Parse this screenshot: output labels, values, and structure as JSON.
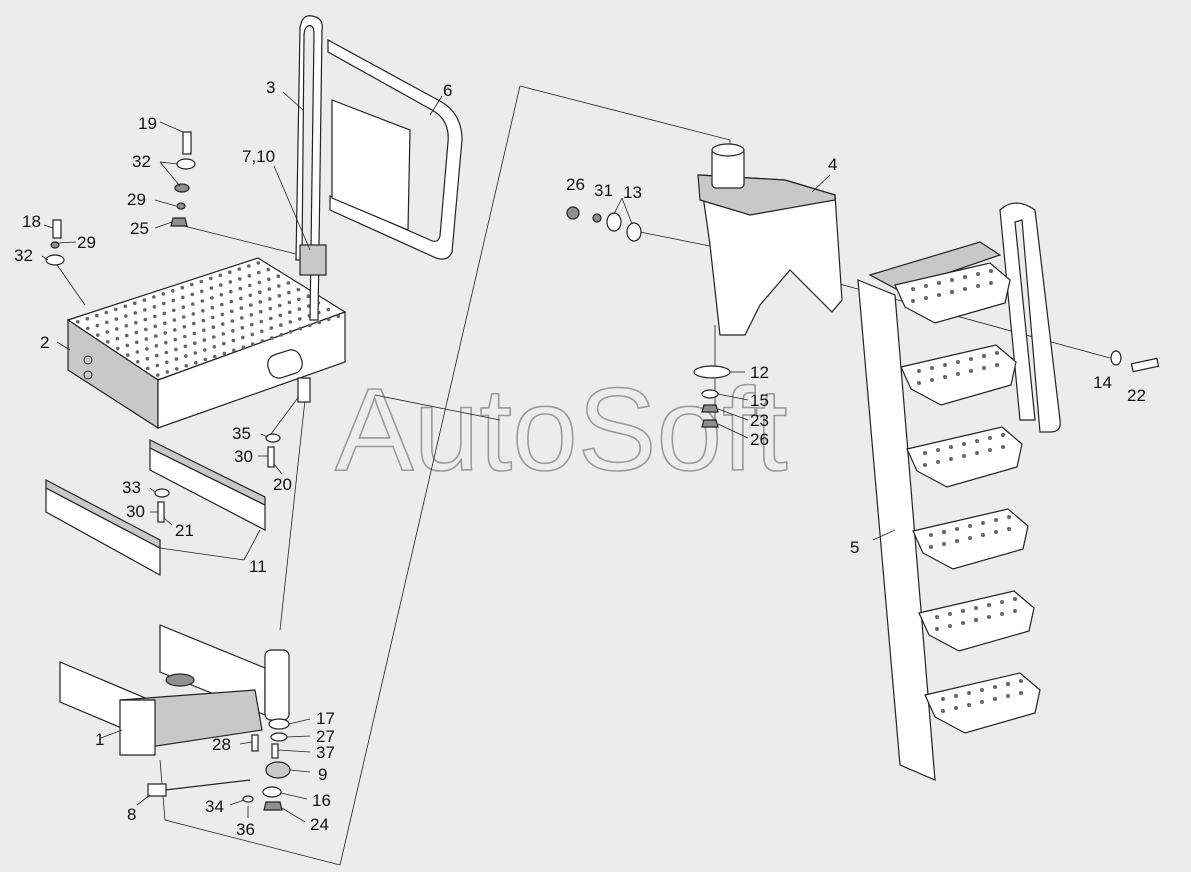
{
  "watermark": "AutoSoft",
  "callouts": [
    "1",
    "2",
    "3",
    "4",
    "5",
    "6",
    "7,10",
    "8",
    "9",
    "11",
    "12",
    "13",
    "14",
    "15",
    "16",
    "17",
    "18",
    "19",
    "20",
    "21",
    "22",
    "23",
    "24",
    "25",
    "26",
    "26",
    "27",
    "28",
    "29",
    "29",
    "30",
    "30",
    "31",
    "32",
    "32",
    "33",
    "34",
    "35",
    "36",
    "37"
  ],
  "colors": {
    "background": "#ececec",
    "line": "#222222",
    "watermark": "#9a9a9a"
  }
}
